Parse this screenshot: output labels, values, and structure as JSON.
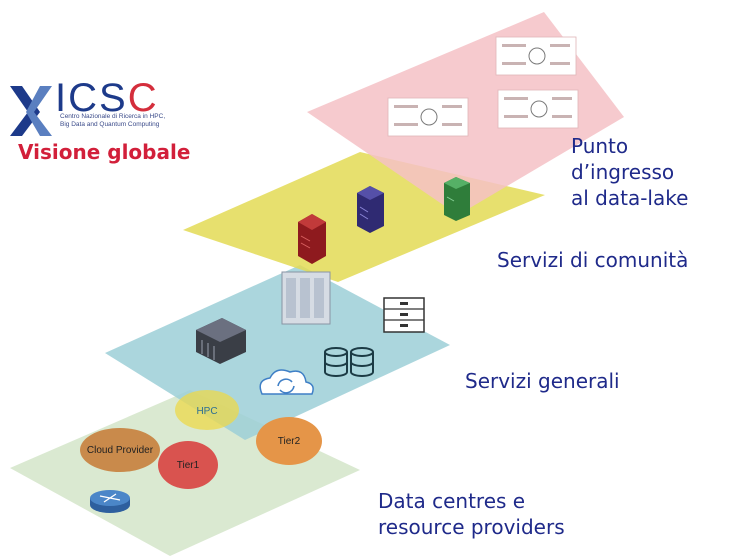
{
  "logo": {
    "acronym_main": "ICS",
    "acronym_tail": "C",
    "subtitle_line1": "Centro Nazionale di Ricerca in HPC,",
    "subtitle_line2": "Big Data and Quantum Computing",
    "colors": {
      "blue": "#1d3a8a",
      "red": "#d42e3c"
    }
  },
  "title": "Visione globale",
  "layers": {
    "entry": {
      "label_line1": "Punto d’ingresso",
      "label_line2": "al data-lake",
      "color": "#f6c9cc"
    },
    "community": {
      "label": "Servizi di comunità",
      "color": "#e4dc61"
    },
    "general": {
      "label": "Servizi generali",
      "color": "#a8d4db"
    },
    "datacentres": {
      "label_line1": "Data centres e",
      "label_line2": "resource providers",
      "color": "#d6e7cc"
    }
  },
  "nodes": {
    "hpc": "HPC",
    "cloud_provider": "Cloud Provider",
    "tier1": "Tier1",
    "tier2": "Tier2"
  },
  "icons": [
    "dashboard-widget-icon",
    "server-red-icon",
    "server-purple-icon",
    "server-green-icon",
    "server-rack-icon",
    "blade-chassis-icon",
    "file-cabinet-icon",
    "database-icon",
    "cloud-sync-icon",
    "router-icon"
  ]
}
